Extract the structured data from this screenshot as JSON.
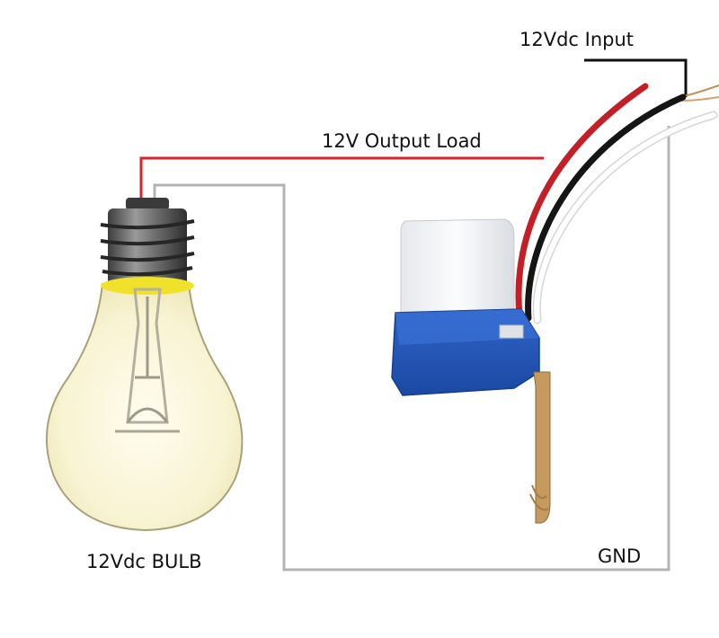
{
  "labels": {
    "input": "12Vdc Input",
    "output_load": "12V Output Load",
    "bulb": "12Vdc BULB",
    "ground": "GND"
  },
  "colors": {
    "wire_red": "#d8232a",
    "wire_black": "#111111",
    "wire_white": "#ffffff",
    "wire_gnd": "#b4b4b4",
    "sensor_base": "#2456b8",
    "sensor_cap": "#eef0f2",
    "bulb_glow": "#f7f3d6",
    "bulb_band": "#f0e12a",
    "socket_metal": "#6a6a6a"
  },
  "components": [
    {
      "id": "bulb",
      "icon": "light-bulb-icon"
    },
    {
      "id": "sensor",
      "icon": "photocell-switch-icon"
    }
  ]
}
